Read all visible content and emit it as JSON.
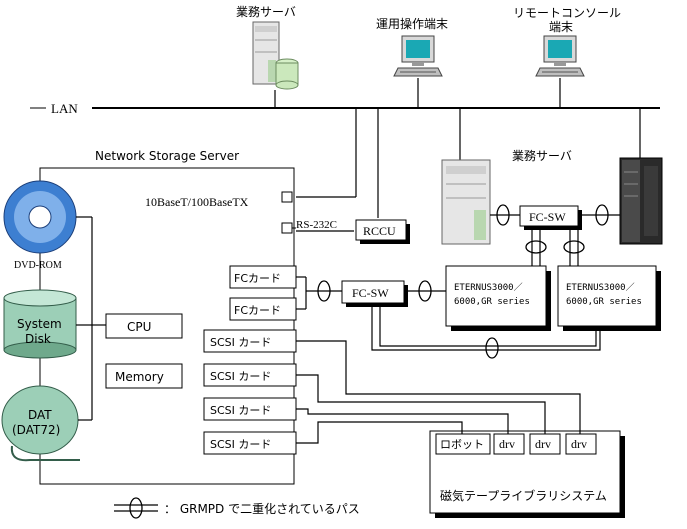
{
  "labels": {
    "lan": "LAN",
    "nss_title": "Network Storage Server",
    "server_top": "業務サーバ",
    "console_ops": "運用操作端末",
    "console_remote_line1": "リモートコンソール",
    "console_remote_line2": "端末",
    "server_right": "業務サーバ",
    "port_10base": "10BaseT/100BaseTX",
    "port_rs232c": "RS-232C",
    "rccu": "RCCU",
    "dvd": "DVD-ROM",
    "system_disk_line1": "System",
    "system_disk_line2": "Disk",
    "dat_line1": "DAT",
    "dat_line2": "(DAT72)",
    "cpu": "CPU",
    "memory": "Memory",
    "fc_card_1": "FCカード",
    "fc_card_2": "FCカード",
    "fcsw_lower": "FC-SW",
    "fcsw_upper": "FC-SW",
    "eternus_1_line1": "ETERNUS3000／",
    "eternus_1_line2": "6000,GR series",
    "eternus_2_line1": "ETERNUS3000／",
    "eternus_2_line2": "6000,GR series",
    "scsi_1": "SCSI カード",
    "scsi_2": "SCSI カード",
    "scsi_3": "SCSI カード",
    "scsi_4": "SCSI カード",
    "robot": "ロボット",
    "drv_1": "drv",
    "drv_2": "drv",
    "drv_3": "drv",
    "tape_library": "磁気テープライブラリシステム",
    "legend": "：  GRMPD で二重化されているパス"
  }
}
